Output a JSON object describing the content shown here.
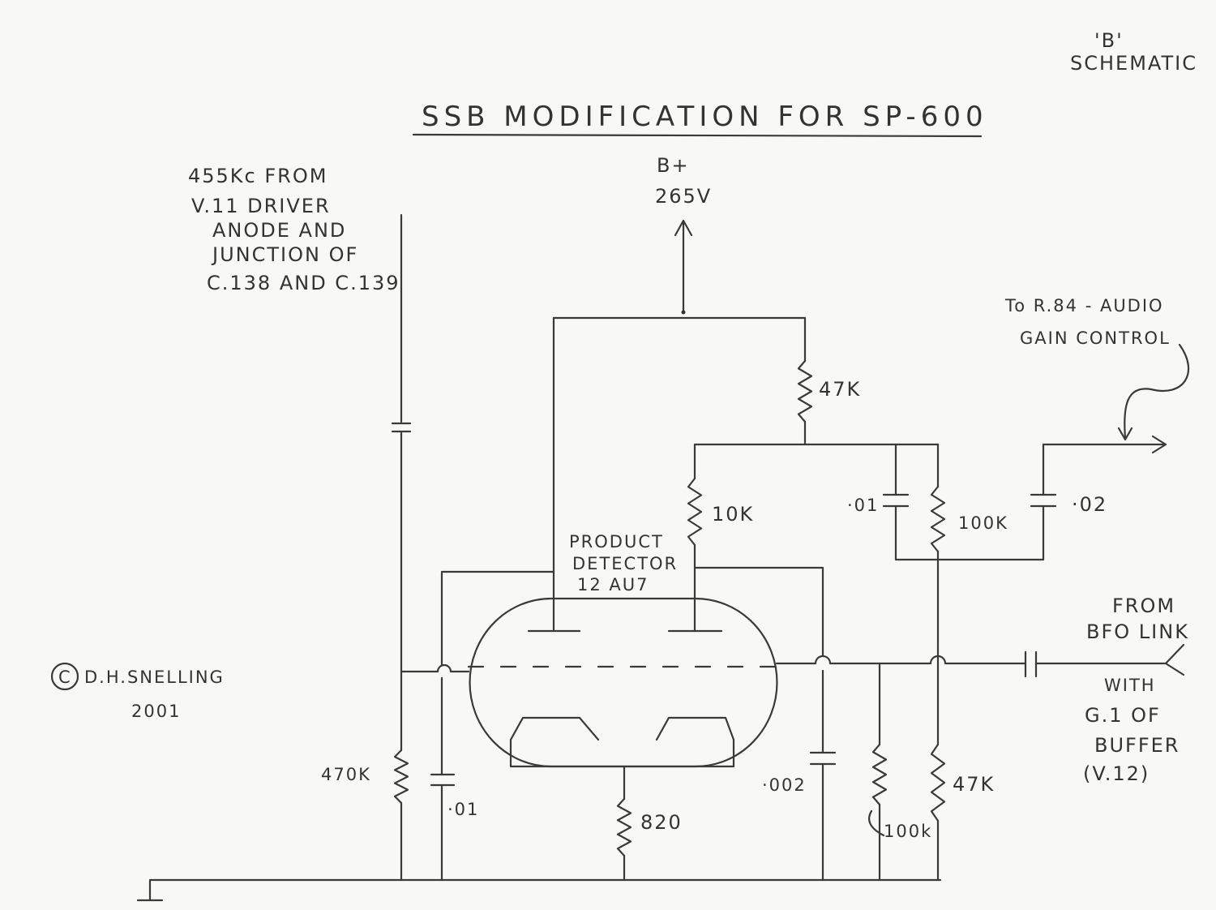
{
  "header": {
    "sheet_id": "'B'",
    "sheet_type": "SCHEMATIC",
    "title": "SSB MODIFICATION FOR SP-600"
  },
  "supply": {
    "label": "B+",
    "voltage": "265V"
  },
  "input_note": [
    "455Kc FROM",
    "V.11 DRIVER",
    "ANODE AND",
    "JUNCTION OF",
    "C.138 AND C.139"
  ],
  "output_note": [
    "To R.84 - AUDIO",
    "GAIN CONTROL"
  ],
  "bfo_note": [
    "FROM",
    "BFO LINK"
  ],
  "buffer_note": [
    "WITH",
    "G.1 OF",
    "BUFFER",
    "(V.12)"
  ],
  "tube": {
    "lines": [
      "PRODUCT",
      "DETECTOR",
      "12 AU7"
    ]
  },
  "components": {
    "r_anode_load": "47K",
    "r_plate": "10K",
    "c_bypass": "·01",
    "r_100k_top": "100K",
    "c_output": "·02",
    "r_grid": "470K",
    "c_grid": "·01",
    "r_cathode": "820",
    "c_002": "·002",
    "r_100k_bottom": "100k",
    "r_47k_bottom": "47K"
  },
  "copyright": {
    "symbol": "C",
    "author": "D.H.SNELLING",
    "year": "2001"
  }
}
